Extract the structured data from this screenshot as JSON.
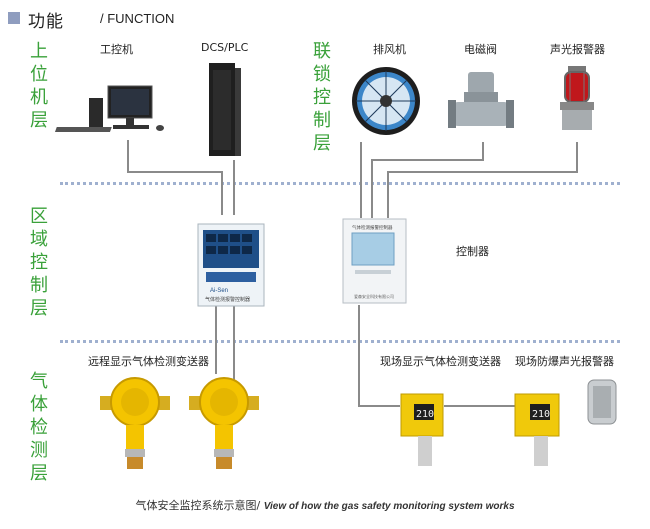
{
  "header": {
    "title_cn": "功能",
    "title_en": "/ FUNCTION"
  },
  "layers": {
    "upper": "上位机层",
    "interlock": "联锁控制层",
    "area": "区域控制层",
    "detection": "气体检测层"
  },
  "devices": {
    "ipc": "工控机",
    "dcs": "DCS/PLC",
    "fan": "排风机",
    "valve": "电磁阀",
    "alarm": "声光报警器",
    "controller": "控制器",
    "remote_transmitter": "远程显示气体检测变送器",
    "local_transmitter": "现场显示气体检测变送器",
    "explosion_alarm": "现场防爆声光报警器"
  },
  "panel_text": {
    "left_brand": "Ai-Sen",
    "left_caption": "气体检测报警控制器",
    "right_title": "气体检测报警控制器",
    "right_bottom": "爱森安全科技有限公司"
  },
  "display_value": "210",
  "caption": {
    "cn": "气体安全监控系统示意图/",
    "en": "View of how the gas safety monitoring system works"
  },
  "colors": {
    "layer_text": "#3aa13a",
    "separator": "#9fb0cf",
    "wire": "#8a8a8a",
    "detector_yellow": "#f4c400"
  }
}
